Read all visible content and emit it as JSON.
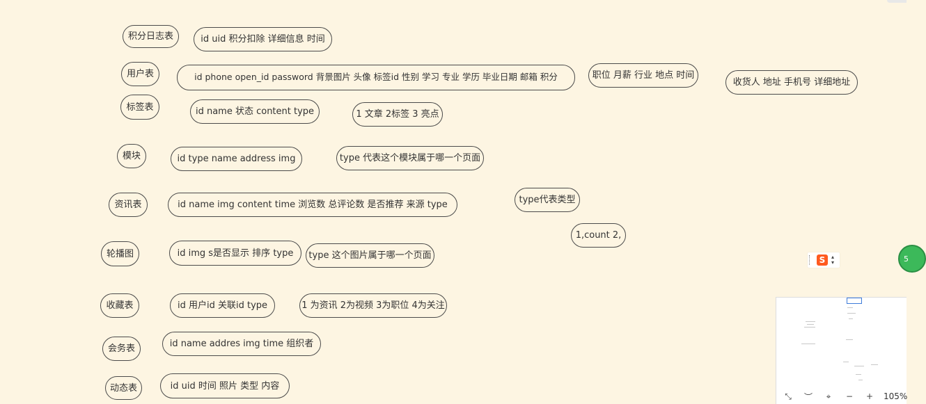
{
  "mindmap": {
    "rows": [
      {
        "label": "积分日志表",
        "fields": "id  uid  积分扣除  详细信息 时间"
      },
      {
        "label": "用户表",
        "fields": "id  phone  open_id  password 背景图片  头像  标签id  性别  学习 专业  学历 毕业日期  邮箱  积分",
        "extra": "职位 月薪 行业 地点 时间",
        "extra2": "收货人  地址  手机号  详细地址"
      },
      {
        "label": "标签表",
        "fields": "id  name  状态  content type",
        "note": "1 文章 2标签 3 亮点"
      },
      {
        "label": "模块",
        "fields": "id  type  name  address  img",
        "note": "type 代表这个模块属于哪一个页面"
      },
      {
        "label": "资讯表",
        "fields": "id name  img  content  time   浏览数  总评论数  是否推荐  来源  type",
        "note": "type代表类型",
        "note2": "1,count  2,"
      },
      {
        "label": "轮播图",
        "fields": "id  img  s是否显示  排序  type",
        "note": "type 这个图片属于哪一个页面"
      },
      {
        "label": "收藏表",
        "fields": "id  用户id  关联id  type",
        "note": "1 为资讯 2为视频 3为职位 4为关注"
      },
      {
        "label": "会务表",
        "fields": "id  name  addres  img  time  组织者"
      },
      {
        "label": "动态表",
        "fields": "id  uid  时间  照片  类型  内容"
      }
    ]
  },
  "widgets": {
    "green_badge_text": "5",
    "s_logo_text": "S",
    "zoom_level": "105%",
    "icons": [
      "fit-screen-icon",
      "eye-icon",
      "location-pin-icon",
      "zoom-out-icon",
      "zoom-in-icon"
    ],
    "glyphs": {
      "fit": "⤡",
      "eye": "︶",
      "pin": "⌖",
      "minus": "−",
      "plus": "+",
      "caret_up": "▴",
      "caret_down": "▾"
    }
  },
  "colors": {
    "background": "#fdf5e2",
    "node_border": "#4a4a4a",
    "text": "#333333",
    "minimap_view": "#3d7bd9",
    "badge_green": "#3cb95a",
    "sogou_orange": "#ff5a1f"
  }
}
